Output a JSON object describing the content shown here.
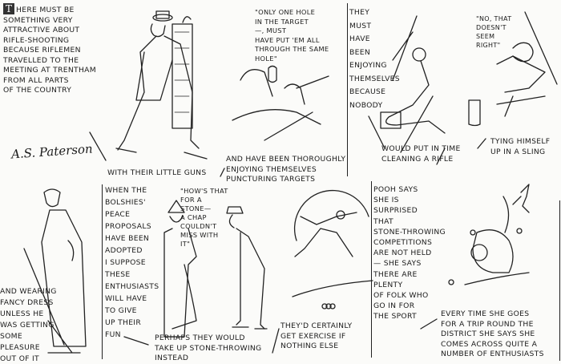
{
  "artist_signature": "A.S. Paterson",
  "top_row": {
    "intro": {
      "drop_cap": "T",
      "lines": [
        "here must be",
        "something very",
        "attractive about",
        "rifle-shooting",
        "because riflemen",
        "travelled to the",
        "meeting at Trentham",
        "from all parts",
        "of the country"
      ]
    },
    "little_guns": [
      "With their little guns"
    ],
    "speech_one_hole": [
      "\"Only one hole",
      "in the target",
      "—, must",
      "have put 'em all",
      "through the same",
      "hole\""
    ],
    "thoroughly": [
      "And have been thoroughly",
      "enjoying themselves",
      "puncturing targets"
    ],
    "enjoying": [
      "They",
      "must",
      "have",
      "been",
      "enjoying",
      "themselves",
      "because",
      "nobody"
    ],
    "speech_not_right": [
      "\"No, that",
      "doesn't",
      "seem",
      "right\""
    ],
    "cleaning": [
      "would put in time",
      "cleaning a rifle"
    ],
    "sling": [
      "Tying himself",
      "up in a sling"
    ]
  },
  "bottom_row": {
    "fancy_dress": [
      "And wearing",
      "fancy dress",
      "unless he",
      "was getting",
      "some",
      "pleasure",
      "out of it"
    ],
    "bolshies": [
      "When the",
      "Bolshies'",
      "peace",
      "proposals",
      "have been",
      "adopted",
      "I suppose",
      "these",
      "enthusiasts",
      "will have",
      "to give",
      "up their",
      "fun"
    ],
    "speech_stone": [
      "\"How's that",
      "for a",
      "stone—",
      "a chap",
      "couldn't",
      "miss with",
      "it\""
    ],
    "stone_throwing": [
      "Perhaps they would",
      "take up stone-throwing",
      "instead"
    ],
    "exercise": [
      "They'd certainly",
      "get exercise if",
      "nothing else"
    ],
    "pooh": [
      "Pooh says",
      "she is",
      "surprised",
      "that",
      "stone-throwing",
      "competitions",
      "are not held",
      "— She says",
      "there are",
      "plenty",
      "of folk who",
      "go in for",
      "the sport"
    ],
    "every_time": [
      "Every time she goes",
      "for a trip round the",
      "district she says she",
      "comes across quite a",
      "number of enthusiasts"
    ]
  }
}
